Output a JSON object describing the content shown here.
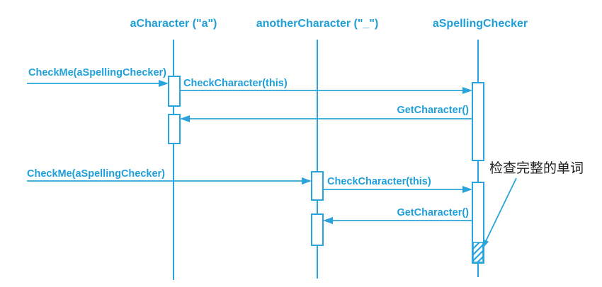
{
  "diagram": {
    "type": "uml-sequence",
    "background": "#ffffff",
    "accent_color": "#29a4dc",
    "annotation_color": "#222222",
    "lifelines": [
      {
        "label": "aCharacter (\"a\")"
      },
      {
        "label": "anotherCharacter (\"_\")"
      },
      {
        "label": "aSpellingChecker"
      }
    ],
    "messages": [
      {
        "label": "CheckMe(aSpellingChecker)",
        "from": "external",
        "to": "aCharacter"
      },
      {
        "label": "CheckCharacter(this)",
        "from": "aCharacter",
        "to": "aSpellingChecker"
      },
      {
        "label": "GetCharacter()",
        "from": "aSpellingChecker",
        "to": "aCharacter"
      },
      {
        "label": "CheckMe(aSpellingChecker)",
        "from": "external",
        "to": "anotherCharacter"
      },
      {
        "label": "CheckCharacter(this)",
        "from": "anotherCharacter",
        "to": "aSpellingChecker"
      },
      {
        "label": "GetCharacter()",
        "from": "aSpellingChecker",
        "to": "anotherCharacter"
      }
    ],
    "annotation": {
      "text": "检查完整的单词"
    }
  }
}
